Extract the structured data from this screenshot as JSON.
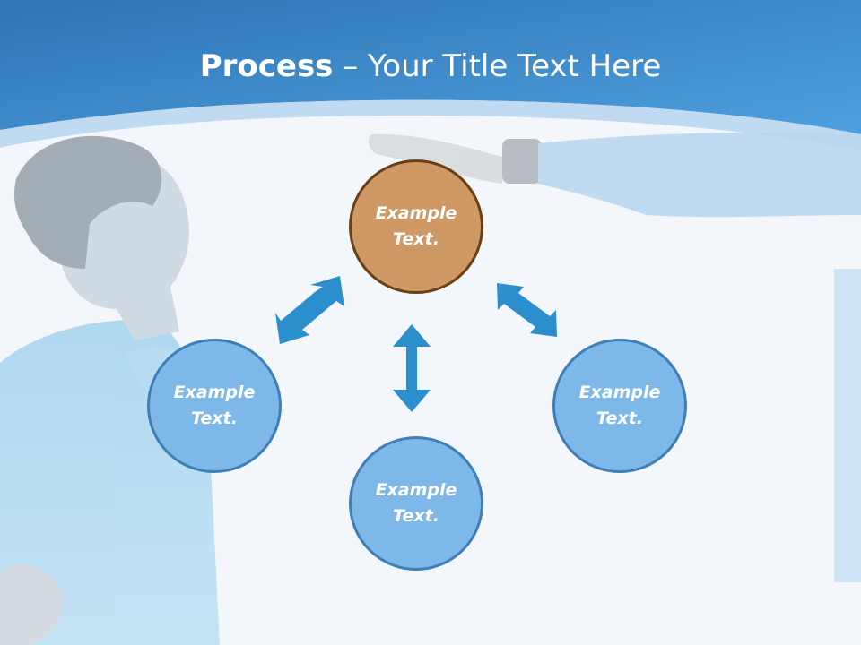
{
  "slide": {
    "title_bold": "Process",
    "title_rest": " – Your Title Text Here"
  },
  "colors": {
    "header_blue": "#3f88cf",
    "node_blue_fill": "#7db8e8",
    "node_blue_border": "#3f7fb8",
    "node_brown_fill": "#cf9965",
    "node_brown_border": "#6a3e17",
    "arrow": "#2a8fcc"
  },
  "diagram": {
    "center_node": {
      "label": "Example Text."
    },
    "left_node": {
      "label": "Example Text."
    },
    "bottom_node": {
      "label": "Example Text."
    },
    "right_node": {
      "label": "Example Text."
    }
  }
}
